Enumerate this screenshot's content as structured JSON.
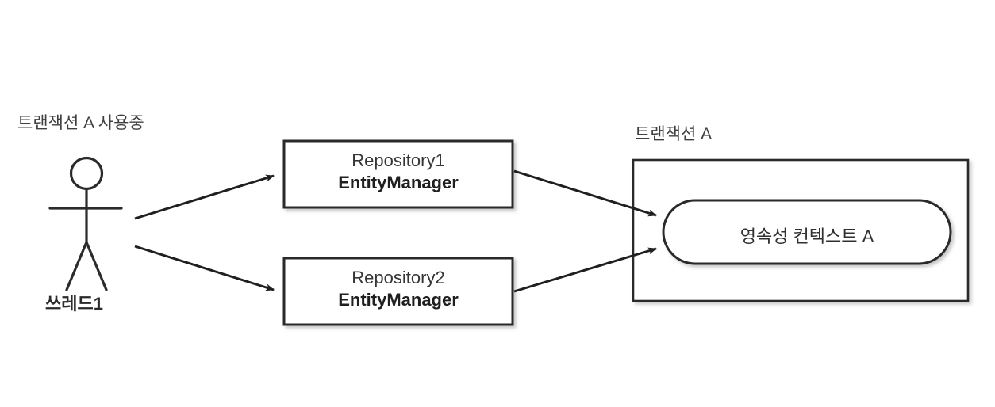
{
  "diagram": {
    "title_left": "트랜잭션 A 사용중",
    "title_right": "트랜잭션 A",
    "actor": {
      "name": "쓰레드1",
      "icon": "stick-figure-actor"
    },
    "repositories": [
      {
        "name": "Repository1",
        "role": "EntityManager"
      },
      {
        "name": "Repository2",
        "role": "EntityManager"
      }
    ],
    "persistence_context": {
      "label": "영속성 컨텍스트 A"
    },
    "colors": {
      "stroke": "#2b2b2b",
      "text": "#333333",
      "background": "#ffffff",
      "shadow": "#bdbdbd"
    },
    "arrows": [
      {
        "from": "actor",
        "to": "Repository1"
      },
      {
        "from": "actor",
        "to": "Repository2"
      },
      {
        "from": "Repository1",
        "to": "persistence_context"
      },
      {
        "from": "Repository2",
        "to": "persistence_context"
      }
    ]
  }
}
